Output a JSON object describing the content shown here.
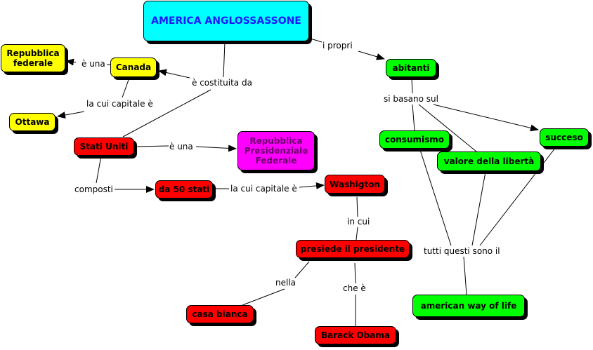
{
  "nodes": {
    "america": "AMERICA ANGLOSSASSONE",
    "rep_federale": "Repubblica federale",
    "canada": "Canada",
    "ottawa": "Ottawa",
    "stati_uniti": "Stati Uniti",
    "rep_presidenziale": "Repubblica Presidenziale Federale",
    "da_50_stati": "da 50 stati",
    "washigton": "Washigton",
    "presiede": "presiede il presidente",
    "casa_bianca": "casa bianca",
    "obama": "Barack Obama",
    "abitanti": "abitanti",
    "consumismo": "consumismo",
    "liberta": "valore della libertà",
    "succeso": "succeso",
    "american_way": "american way of life"
  },
  "links": {
    "i_propri": "i propri",
    "e_una_canada": "è una",
    "costituita": "è costituita da",
    "capitale_canada": "la cui capitale è",
    "e_una_usa": "è una",
    "composti": "composti",
    "capitale_usa": "la cui capitale è",
    "si_basano": "si basano sul",
    "in_cui": "in cui",
    "tutti_questi": "tutti questi sono il",
    "nella": "nella",
    "che_e": "che è"
  },
  "colors": {
    "cyan": "#00ffff",
    "yellow": "#ffff00",
    "red": "#ff0000",
    "green": "#00ff00",
    "magenta": "#ff00ff"
  }
}
